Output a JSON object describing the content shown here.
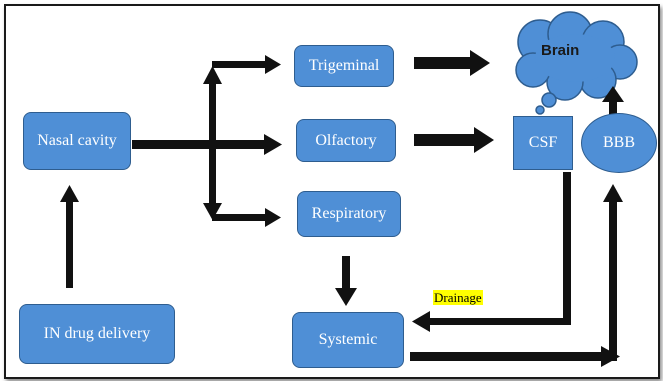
{
  "colors": {
    "box_fill": "#4f8fd6",
    "box_border": "#2e5d8f",
    "arrow": "#111111",
    "highlight": "#ffff00"
  },
  "nodes": {
    "nasal_cavity": "Nasal cavity",
    "in_drug_delivery": "IN drug delivery",
    "trigeminal": "Trigeminal",
    "olfactory": "Olfactory",
    "respiratory": "Respiratory",
    "systemic": "Systemic",
    "csf": "CSF",
    "bbb": "BBB",
    "brain": "Brain"
  },
  "labels": {
    "drainage": "Drainage"
  }
}
